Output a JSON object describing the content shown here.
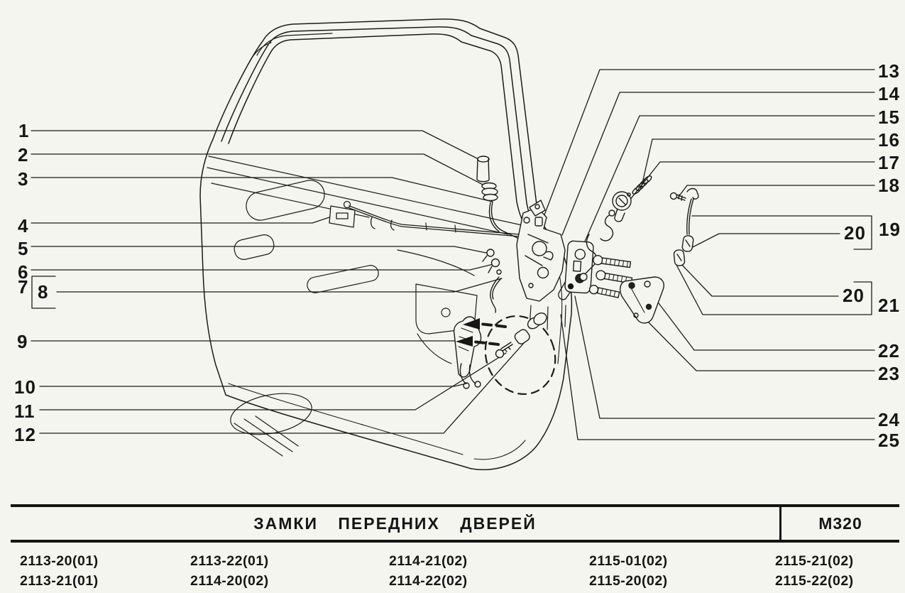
{
  "title_bar": {
    "title": "ЗАМКИ ПЕРЕДНИХ ДВЕРЕЙ",
    "code": "М320"
  },
  "models": {
    "columns": [
      [
        "2113-20(01)",
        "2113-21(01)"
      ],
      [
        "2113-22(01)",
        "2114-20(02)"
      ],
      [
        "2114-21(02)",
        "2114-22(02)"
      ],
      [
        "2115-01(02)",
        "2115-20(02)"
      ],
      [
        "2115-21(02)",
        "2115-22(02)"
      ]
    ]
  },
  "callouts": {
    "l1": "1",
    "l2": "2",
    "l3": "3",
    "l4": "4",
    "l5": "5",
    "l6": "6",
    "l7": "7",
    "box8": "8",
    "l9": "9",
    "l10": "10",
    "l11": "11",
    "l12": "12",
    "r13": "13",
    "r14": "14",
    "r15": "15",
    "r16": "16",
    "r17": "17",
    "r18": "18",
    "r19": "19",
    "box20a": "20",
    "box20b": "20",
    "r21": "21",
    "r22": "22",
    "r23": "23",
    "r24": "24",
    "r25": "25"
  }
}
